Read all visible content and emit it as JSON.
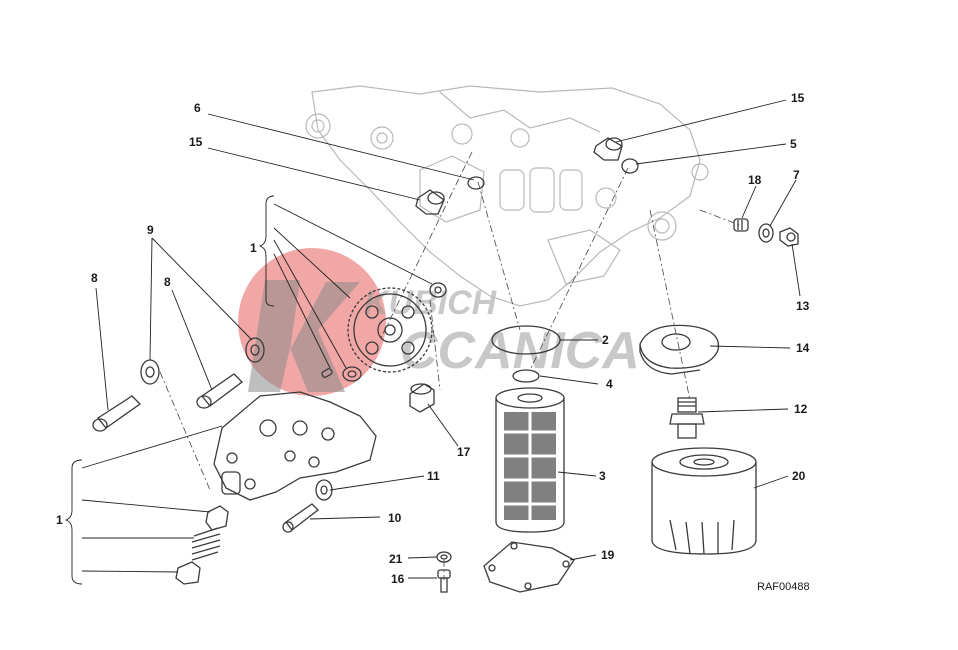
{
  "watermark": {
    "line1": "KUBICH",
    "line2": "CCANICA",
    "circle_color": "#e85f5f"
  },
  "drawing_code": "RAF00488",
  "callouts": [
    {
      "id": "c6",
      "text": "6"
    },
    {
      "id": "c15a",
      "text": "15"
    },
    {
      "id": "c15b",
      "text": "15"
    },
    {
      "id": "c5",
      "text": "5"
    },
    {
      "id": "c18",
      "text": "18"
    },
    {
      "id": "c7",
      "text": "7"
    },
    {
      "id": "c13",
      "text": "13"
    },
    {
      "id": "c14",
      "text": "14"
    },
    {
      "id": "c12",
      "text": "12"
    },
    {
      "id": "c20",
      "text": "20"
    },
    {
      "id": "c2",
      "text": "2"
    },
    {
      "id": "c4",
      "text": "4"
    },
    {
      "id": "c3",
      "text": "3"
    },
    {
      "id": "c19",
      "text": "19"
    },
    {
      "id": "c17",
      "text": "17"
    },
    {
      "id": "c11",
      "text": "11"
    },
    {
      "id": "c10",
      "text": "10"
    },
    {
      "id": "c21",
      "text": "21"
    },
    {
      "id": "c16",
      "text": "16"
    },
    {
      "id": "c1a",
      "text": "1"
    },
    {
      "id": "c1b",
      "text": "1"
    },
    {
      "id": "c9",
      "text": "9"
    },
    {
      "id": "c8a",
      "text": "8"
    },
    {
      "id": "c8b",
      "text": "8"
    }
  ]
}
